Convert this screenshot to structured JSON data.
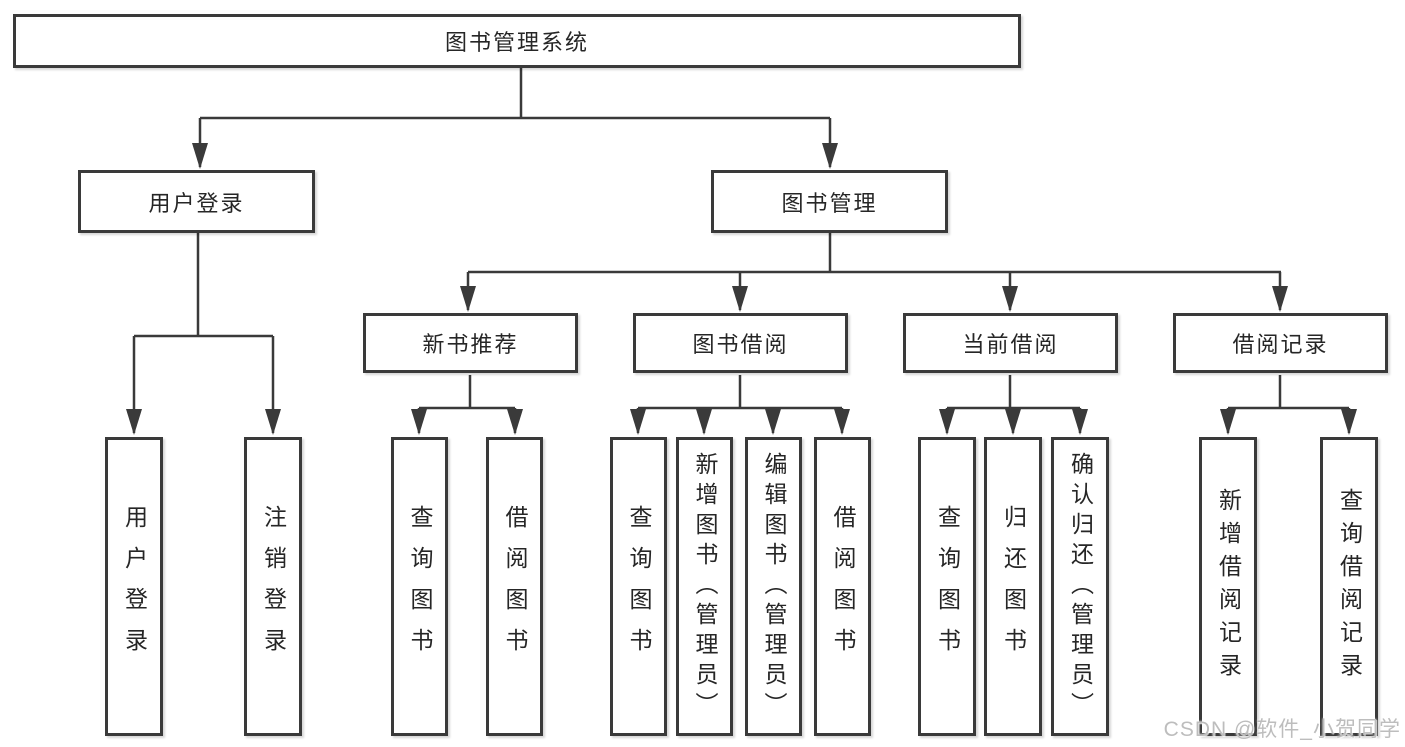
{
  "diagram_title": "图书管理系统",
  "colors": {
    "line": "#3a3a3a",
    "text": "#262626",
    "background": "#ffffff",
    "watermark": "#bdbdbd"
  },
  "nodes": {
    "root": {
      "label": "图书管理系统"
    },
    "level2": {
      "user_login": {
        "label": "用户登录"
      },
      "book_management": {
        "label": "图书管理"
      }
    },
    "level3": {
      "new_book_recommend": {
        "label": "新书推荐"
      },
      "book_borrowing": {
        "label": "图书借阅"
      },
      "current_borrowing": {
        "label": "当前借阅"
      },
      "borrowing_records": {
        "label": "借阅记录"
      }
    },
    "leaves": {
      "user_login": {
        "label": "用户登录"
      },
      "logout": {
        "label": "注销登录"
      },
      "recommend_search_books": {
        "label": "查询图书"
      },
      "recommend_borrow_books": {
        "label": "借阅图书"
      },
      "borrowing_search_books": {
        "label": "查询图书"
      },
      "borrowing_add_books_admin": {
        "label": "新增图书（管理员）"
      },
      "borrowing_edit_books_admin": {
        "label": "编辑图书（管理员）"
      },
      "borrowing_borrow_books": {
        "label": "借阅图书"
      },
      "current_search_books": {
        "label": "查询图书"
      },
      "current_return_books": {
        "label": "归还图书"
      },
      "current_confirm_return_admin": {
        "label": "确认归还（管理员）"
      },
      "records_add_record": {
        "label": "新增借阅记录"
      },
      "records_search_record": {
        "label": "查询借阅记录"
      }
    }
  },
  "watermark": {
    "text": "CSDN @软件_小贺同学"
  }
}
